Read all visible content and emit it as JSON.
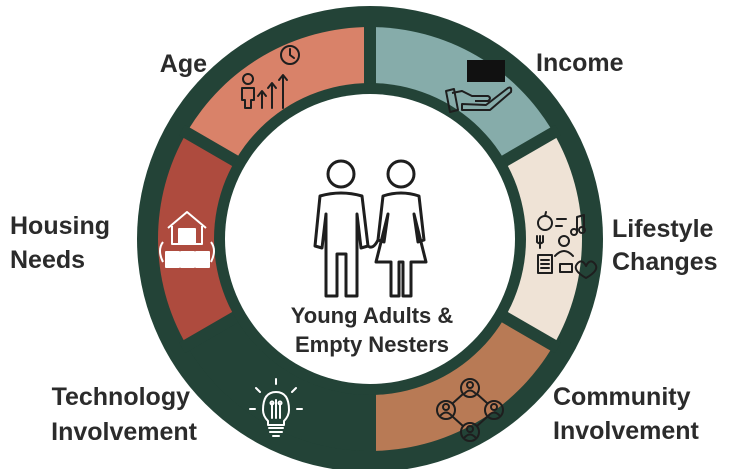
{
  "diagram": {
    "center": {
      "line1": "Young Adults &",
      "line2": "Empty Nesters"
    },
    "segments": [
      {
        "key": "age",
        "label": "Age",
        "color": "#D98269",
        "icon": "clock-growth-icon"
      },
      {
        "key": "income",
        "label": "Income",
        "color": "#86ACAA",
        "icon": "hand-money-icon"
      },
      {
        "key": "lifestyle",
        "label_line1": "Lifestyle",
        "label_line2": "Changes",
        "color": "#EFE3D6",
        "icon": "lifestyle-icon"
      },
      {
        "key": "community",
        "label_line1": "Community",
        "label_line2": "Involvement",
        "color": "#B87A55",
        "icon": "people-network-icon"
      },
      {
        "key": "technology",
        "label_line1": "Technology",
        "label_line2": "Involvement",
        "color": "#234337",
        "icon": "lightbulb-circuit-icon"
      },
      {
        "key": "housing",
        "label_line1": "Housing",
        "label_line2": "Needs",
        "color": "#AE4B3E",
        "icon": "house-boxes-icon"
      }
    ],
    "ring_color": "#234337"
  }
}
